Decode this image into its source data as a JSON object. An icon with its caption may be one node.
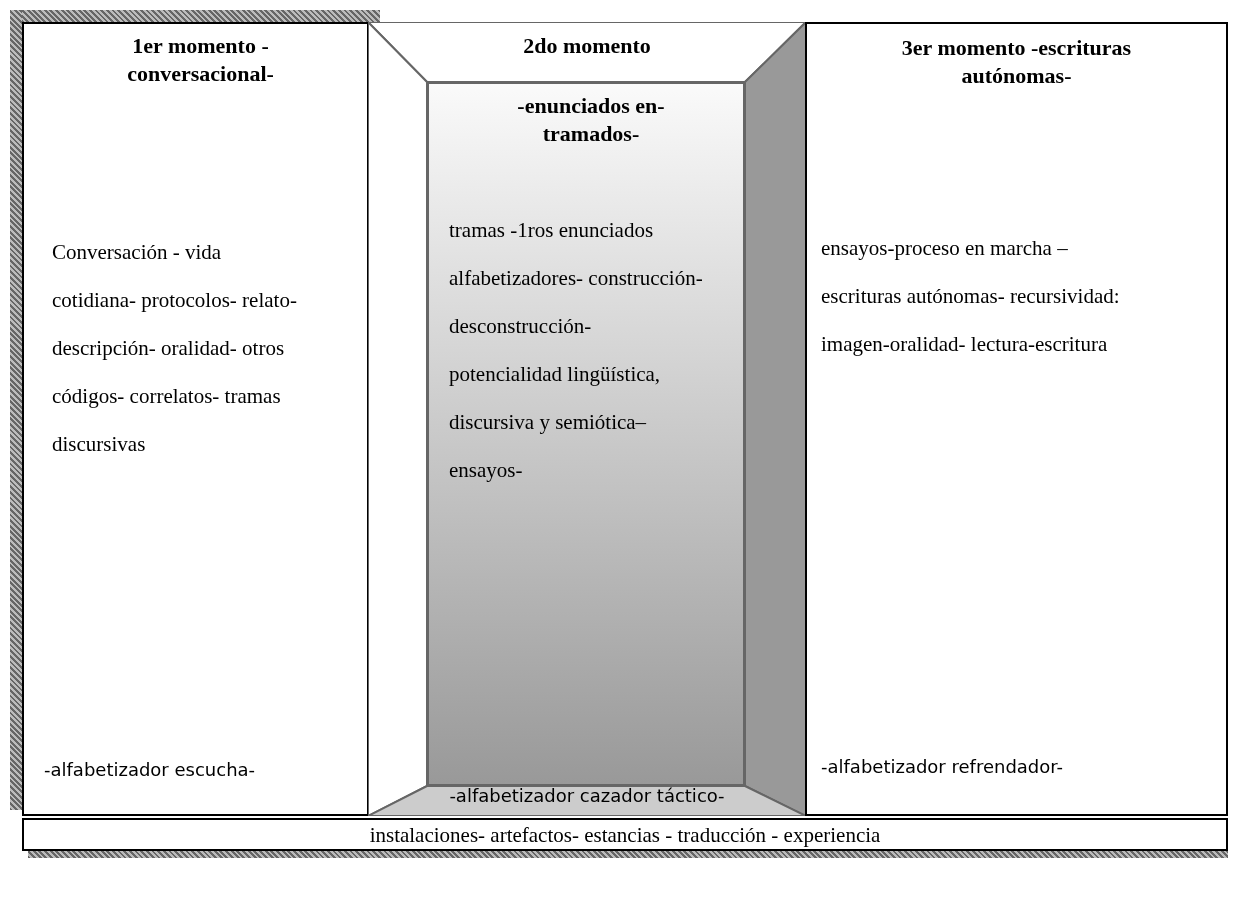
{
  "diagram": {
    "nodes": [
      {
        "text": [
          "1er momento -conversacional-",
          "Conversación - vida cotidiana- protocolos- relato- descripción- oralidad- otros códigos- correlatos- tramas discursivas",
          "-alfabetizador escucha-"
        ]
      },
      {
        "text": [
          "2do momento",
          "-alfabetizador cazador táctico-"
        ]
      },
      {
        "text": [
          "-enunciados en-tramados-",
          "tramas -1ros enunciados alfabetizadores- construcción- desconstrucción- potencialidad lingüística, discursiva y semiótica– ensayos-"
        ],
        "in": 1
      },
      {
        "text": [
          "3er momento -escrituras autónomas-",
          "ensayos-proceso en marcha – escrituras autónomas- recursividad: imagen-oralidad- lectura-escritura",
          "-alfabetizador refrendador-"
        ]
      },
      {
        "text": [
          "instalaciones- artefactos- estancias - traducción - experiencia"
        ]
      }
    ],
    "edges": []
  }
}
